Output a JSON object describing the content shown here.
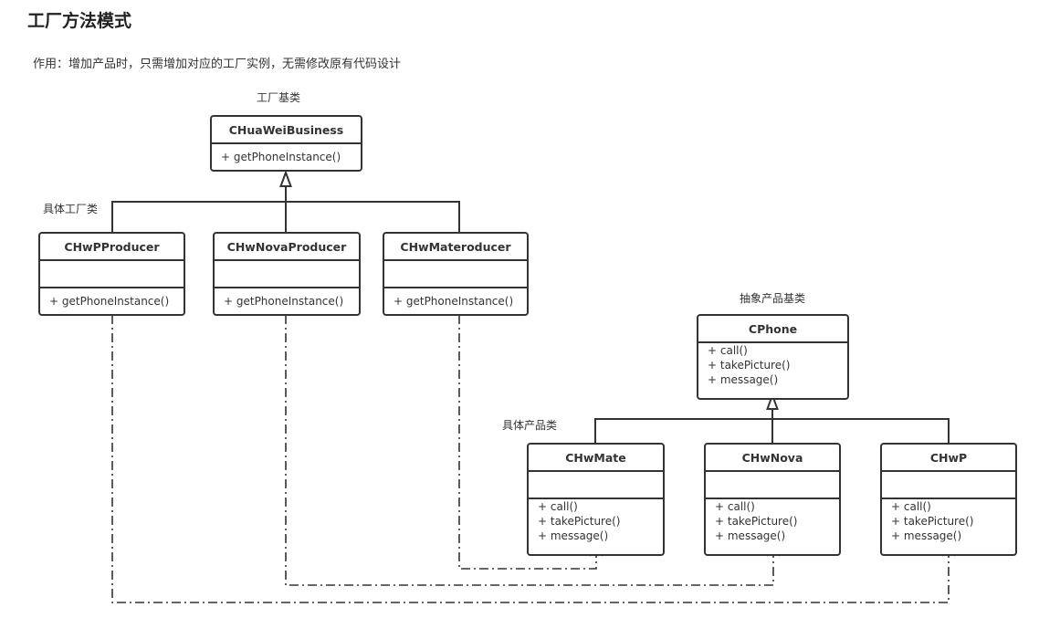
{
  "title": "工厂方法模式",
  "description": "作用：增加产品时，只需增加对应的工厂实例，无需修改原有代码设计",
  "labels": {
    "factory_base": "工厂基类",
    "concrete_factory": "具体工厂类",
    "abstract_product": "抽象产品基类",
    "concrete_product": "具体产品类"
  },
  "classes": {
    "factory_base": {
      "name": "CHuaWeiBusiness",
      "attributes": null,
      "methods": [
        "+ getPhoneInstance()"
      ]
    },
    "factories": [
      {
        "name": "CHwPProducer",
        "attributes": [],
        "methods": [
          "+ getPhoneInstance()"
        ]
      },
      {
        "name": "CHwNovaProducer",
        "attributes": [],
        "methods": [
          "+ getPhoneInstance()"
        ]
      },
      {
        "name": "CHwMateroducer",
        "attributes": [],
        "methods": [
          "+ getPhoneInstance()"
        ]
      }
    ],
    "product_base": {
      "name": "CPhone",
      "attributes": null,
      "methods": [
        "+ call()",
        "+ takePicture()",
        "+ message()"
      ]
    },
    "products": [
      {
        "name": "CHwMate",
        "attributes": [],
        "methods": [
          "+ call()",
          "+ takePicture()",
          "+ message()"
        ]
      },
      {
        "name": "CHwNova",
        "attributes": [],
        "methods": [
          "+ call()",
          "+ takePicture()",
          "+ message()"
        ]
      },
      {
        "name": "CHwP",
        "attributes": [],
        "methods": [
          "+ call()",
          "+ takePicture()",
          "+ message()"
        ]
      }
    ]
  },
  "relations": [
    {
      "type": "generalization",
      "from": "CHwPProducer",
      "to": "CHuaWeiBusiness"
    },
    {
      "type": "generalization",
      "from": "CHwNovaProducer",
      "to": "CHuaWeiBusiness"
    },
    {
      "type": "generalization",
      "from": "CHwMateroducer",
      "to": "CHuaWeiBusiness"
    },
    {
      "type": "generalization",
      "from": "CHwMate",
      "to": "CPhone"
    },
    {
      "type": "generalization",
      "from": "CHwNova",
      "to": "CPhone"
    },
    {
      "type": "generalization",
      "from": "CHwP",
      "to": "CPhone"
    },
    {
      "type": "dependency",
      "from": "CHwPProducer",
      "to": "CHwP"
    },
    {
      "type": "dependency",
      "from": "CHwNovaProducer",
      "to": "CHwNova"
    },
    {
      "type": "dependency",
      "from": "CHwMateroducer",
      "to": "CHwMate"
    }
  ],
  "colors": {
    "line": "#333333",
    "text": "#333333",
    "background": "#ffffff"
  }
}
